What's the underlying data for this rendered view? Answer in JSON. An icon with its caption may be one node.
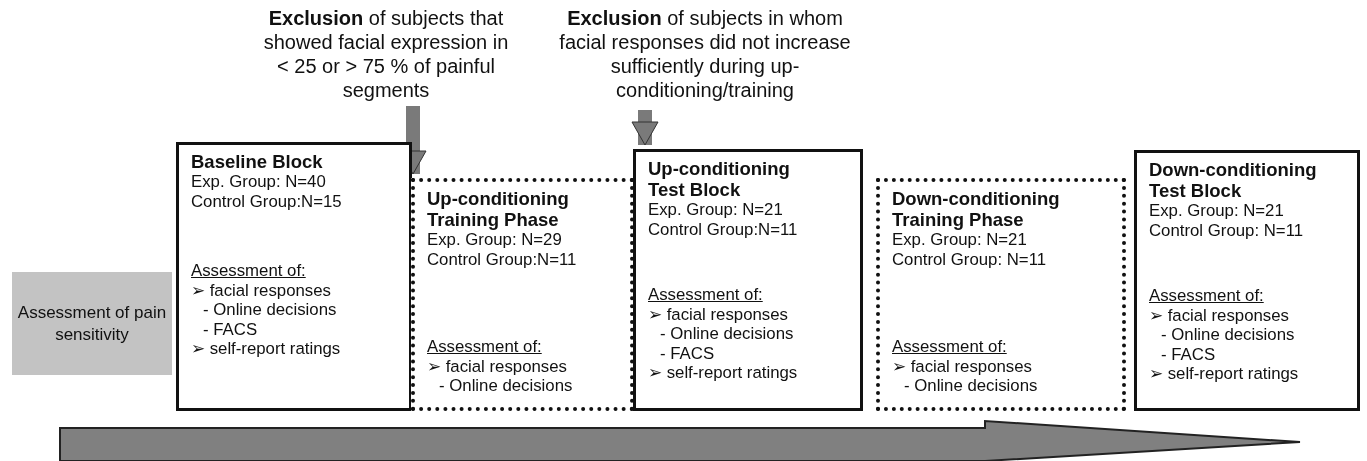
{
  "diagram": {
    "nodes": [
      {
        "text": [
          "Assessment of pain sensitivity"
        ]
      },
      {
        "text": [
          "Baseline Block",
          "Exp. Group: N=40",
          "Control Group:N=15",
          "Assessment of:",
          "➢ facial responses",
          "- Online decisions",
          "- FACS",
          "➢ self-report ratings"
        ]
      },
      {
        "text": [
          "Up-conditioning Training Phase",
          "Exp. Group: N=29",
          "Control Group:N=11",
          "Assessment of:",
          "➢ facial responses",
          "- Online decisions"
        ]
      },
      {
        "text": [
          "Up-conditioning Test Block",
          "Exp. Group: N=21",
          "Control Group:N=11",
          "Assessment of:",
          "➢ facial responses",
          "- Online decisions",
          "- FACS",
          "➢ self-report ratings"
        ]
      },
      {
        "text": [
          "Down-conditioning Training Phase",
          "Exp. Group: N=21",
          "Control Group: N=11",
          "Assessment of:",
          "➢ facial responses",
          "- Online decisions"
        ]
      },
      {
        "text": [
          "Down-conditioning Test Block",
          "Exp. Group: N=21",
          "Control Group: N=11",
          "Assessment of:",
          "➢ facial responses",
          "- Online decisions",
          "- FACS",
          "➢ self-report ratings"
        ]
      },
      {
        "text": [
          "**Exclusion** of subjects that showed facial expression in  < 25 or > 75 % of painful segments"
        ]
      },
      {
        "text": [
          "**Exclusion** of subjects in whom facial responses did not increase sufficiently during up-conditioning/training"
        ]
      }
    ],
    "edges": [
      {
        "from": 6,
        "to": 2,
        "arrow": "to"
      },
      {
        "from": 7,
        "to": 3,
        "arrow": "to"
      }
    ]
  }
}
